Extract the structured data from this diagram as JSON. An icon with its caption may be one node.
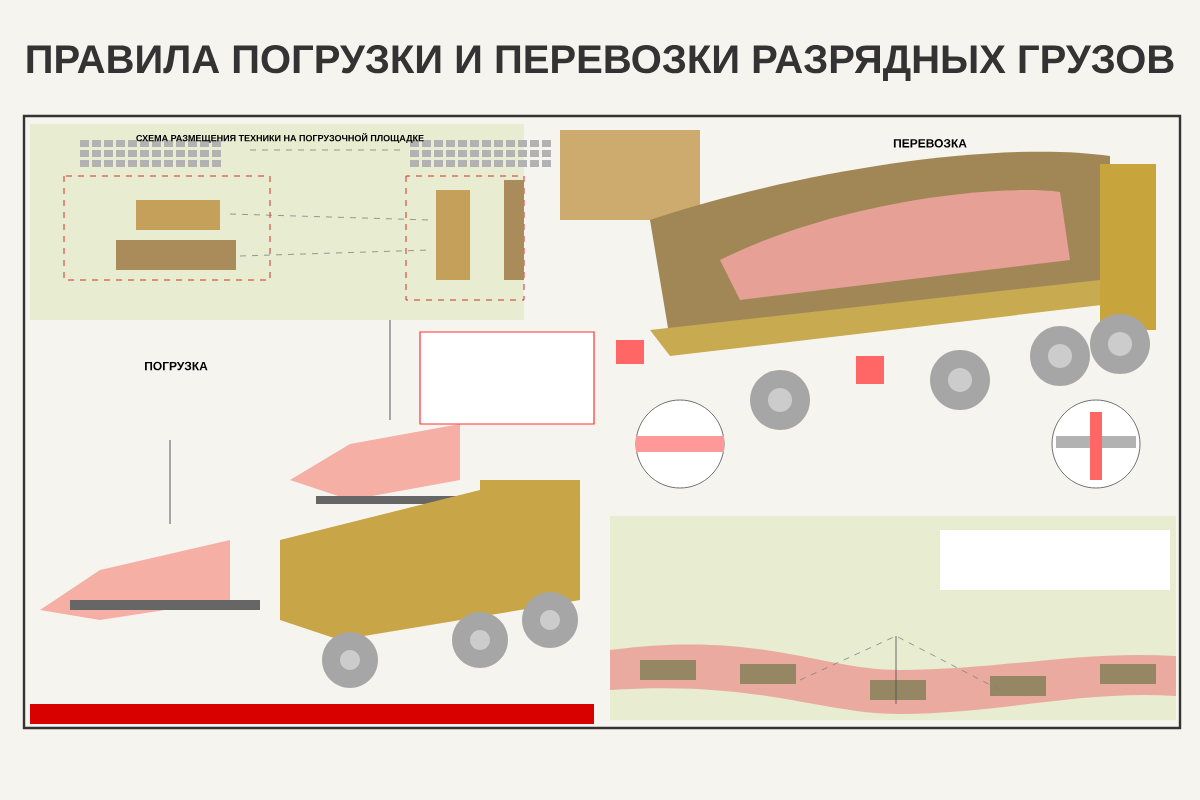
{
  "diagram": {
    "title": "ПРАВИЛА ПОГРУЗКИ И ПЕРЕВОЗКИ РАЗРЯДНЫХ ГРУЗОВ",
    "labels": [
      "СХЕМА РАЗМЕЩЕНИЯ ТЕХНИКИ НА ПОГРУЗОЧНОЙ ПЛОЩАДКЕ",
      "ПЕРЕВОЗКА",
      "ПОГРУЗКА"
    ]
  }
}
